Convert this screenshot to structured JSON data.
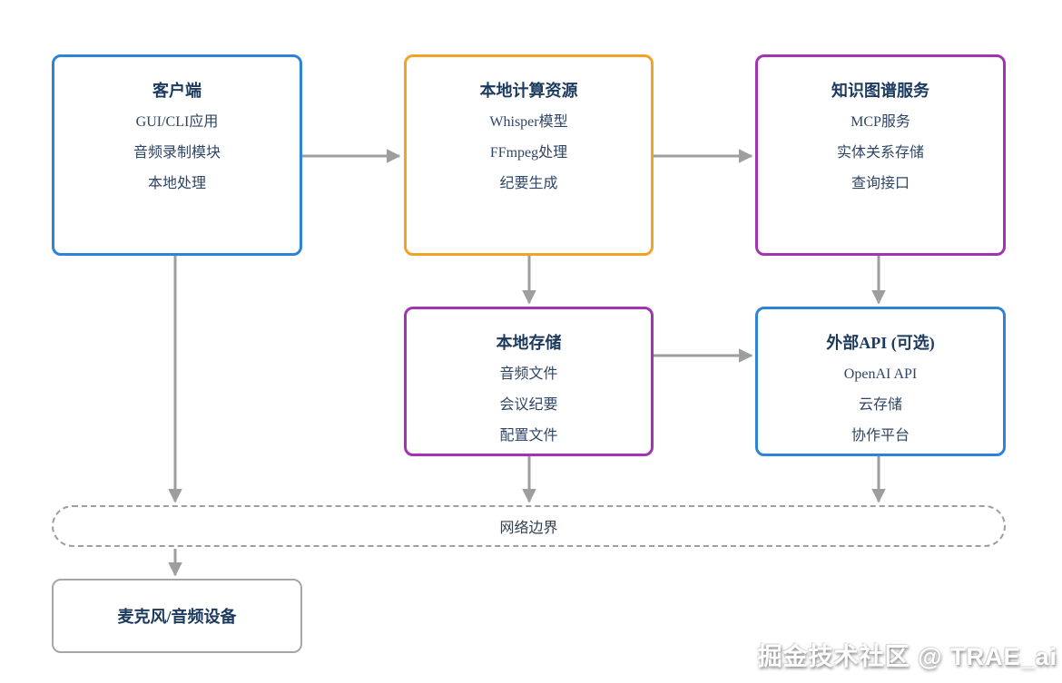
{
  "diagram": {
    "nodes": {
      "client": {
        "title": "客户端",
        "items": [
          "GUI/CLI应用",
          "音频录制模块",
          "本地处理"
        ],
        "border_color": "#2d83d8"
      },
      "compute": {
        "title": "本地计算资源",
        "items": [
          "Whisper模型",
          "FFmpeg处理",
          "纪要生成"
        ],
        "border_color": "#f0a326"
      },
      "knowledge": {
        "title": "知识图谱服务",
        "items": [
          "MCP服务",
          "实体关系存储",
          "查询接口"
        ],
        "border_color": "#a234b4"
      },
      "storage": {
        "title": "本地存储",
        "items": [
          "音频文件",
          "会议纪要",
          "配置文件"
        ],
        "border_color": "#a234b4"
      },
      "external_api": {
        "title": "外部API (可选)",
        "items": [
          "OpenAI API",
          "云存储",
          "协作平台"
        ],
        "border_color": "#2d83d8"
      },
      "network_boundary": {
        "label": "网络边界"
      },
      "microphone": {
        "title": "麦克风/音频设备"
      }
    },
    "colors": {
      "arrow": "#9e9e9e",
      "title_text": "#1c3a5e",
      "body_text": "#2f4566",
      "gray_border": "#a6a6a6"
    },
    "watermark": "掘金技术社区 @ TRAE_ai"
  }
}
